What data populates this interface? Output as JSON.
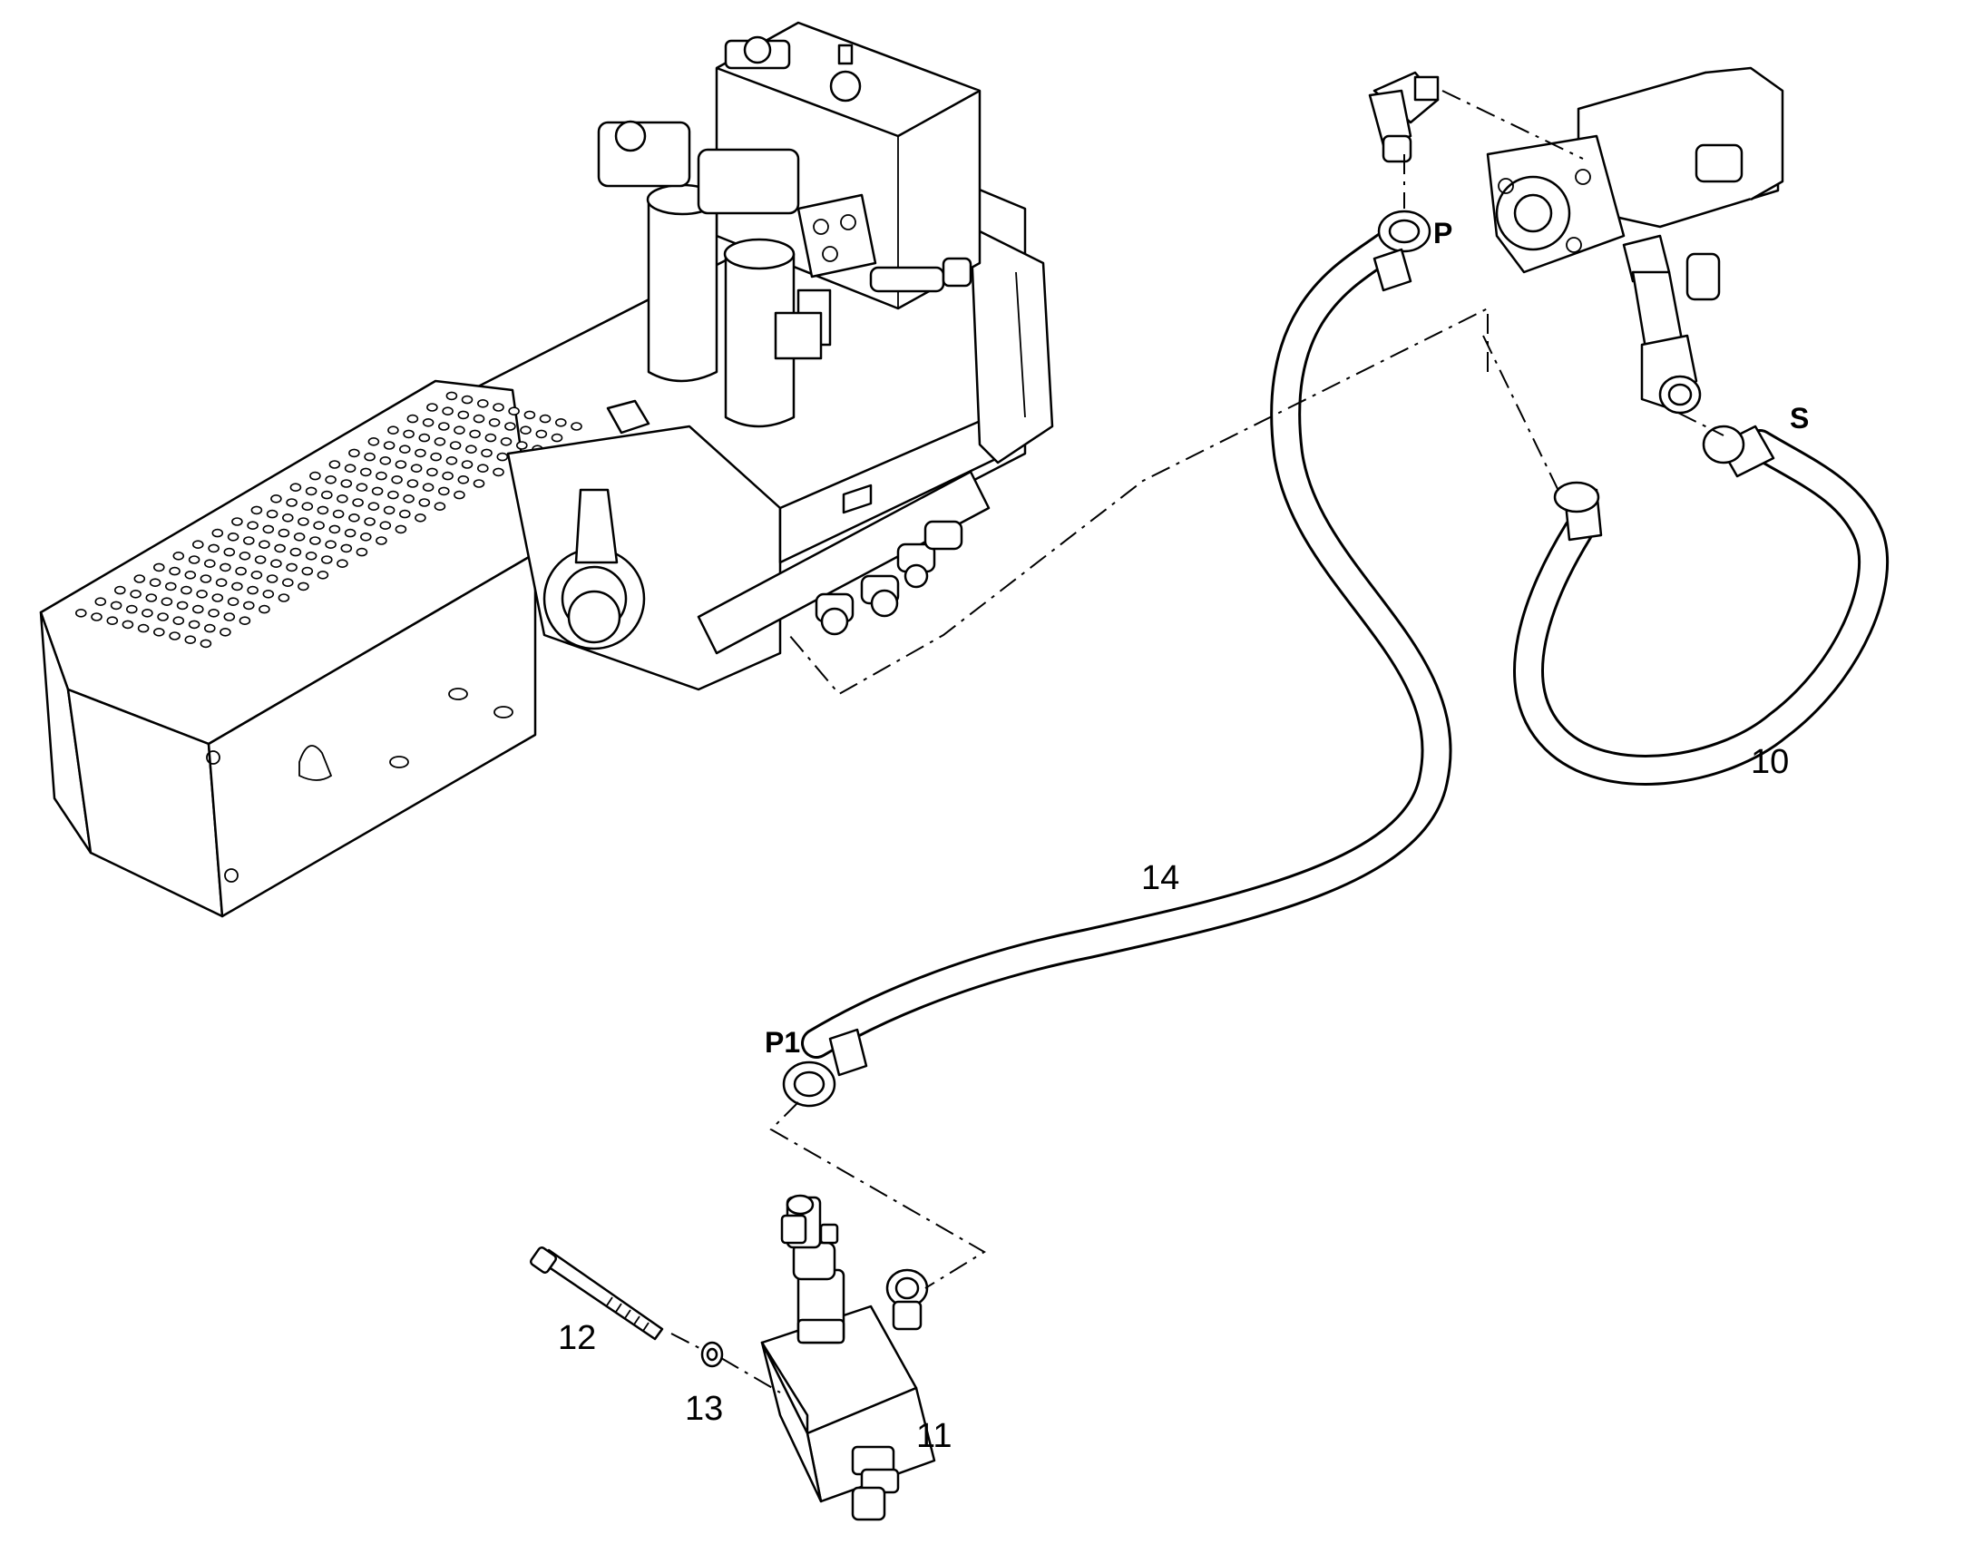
{
  "callouts": {
    "part_10": "10",
    "part_11": "11",
    "part_12": "12",
    "part_13": "13",
    "part_14": "14"
  },
  "ports": {
    "port_p": "P",
    "port_s": "S",
    "port_p1": "P1"
  },
  "colors": {
    "line": "#000000",
    "background": "#ffffff"
  }
}
